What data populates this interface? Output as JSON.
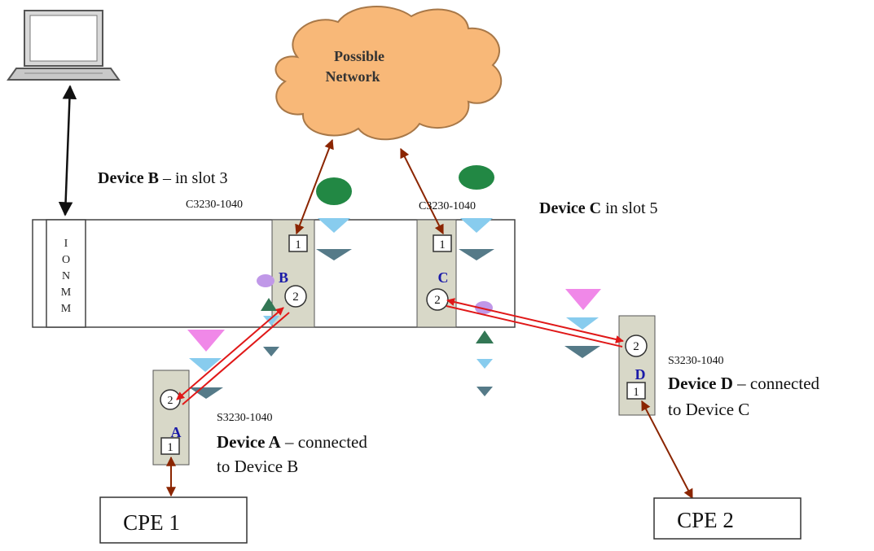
{
  "cloud": {
    "line1": "Possible",
    "line2": "Network"
  },
  "chassis": {
    "ionmm_letters": [
      "I",
      "O",
      "N",
      "M",
      "M"
    ],
    "slot3_model": "C3230-1040",
    "slot5_model": "C3230-1040"
  },
  "labels": {
    "device_b_bold": "Device B",
    "device_b_rest": " – in slot 3",
    "device_c_bold": "Device C",
    "device_c_rest": " in slot 5",
    "device_a_model": "S3230-1040",
    "device_a_bold": "Device A",
    "device_a_rest": " – connected",
    "device_a_line2": "to Device B",
    "device_d_model": "S3230-1040",
    "device_d_bold": "Device D",
    "device_d_rest": " – connected",
    "device_d_line2": "to Device C"
  },
  "devices": {
    "b": {
      "letter": "B",
      "port1": "1",
      "port2": "2"
    },
    "c": {
      "letter": "C",
      "port1": "1",
      "port2": "2"
    },
    "a": {
      "letter": "A",
      "port1": "1",
      "port2": "2"
    },
    "d": {
      "letter": "D",
      "port1": "1",
      "port2": "2"
    }
  },
  "cpe": {
    "cpe1": "CPE 1",
    "cpe2": "CPE 2"
  },
  "colors": {
    "cloud_fill": "#f8b878",
    "card_fill": "#d8d8c8",
    "green_led": "#228844",
    "light_blue": "#88ccee",
    "dark_triangle": "#557a88",
    "pink": "#f088e8",
    "purple": "#c098e8",
    "red_link": "#e01818",
    "brown_arrow": "#8b2500",
    "device_letter": "#1a1aa8"
  }
}
